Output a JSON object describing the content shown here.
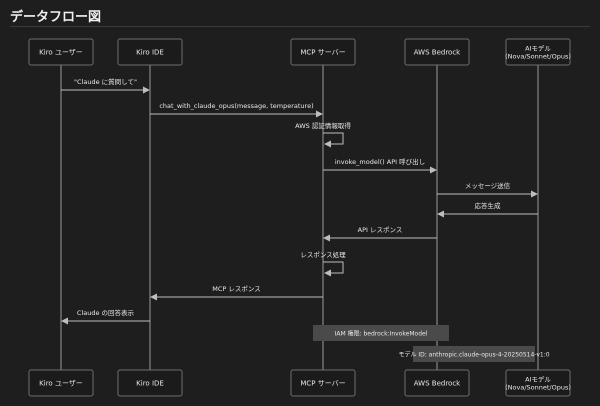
{
  "title": "データフロー図",
  "participants": [
    {
      "id": "user",
      "lines": [
        "Kiro ユーザー"
      ]
    },
    {
      "id": "ide",
      "lines": [
        "Kiro IDE"
      ]
    },
    {
      "id": "mcp",
      "lines": [
        "MCP サーバー"
      ]
    },
    {
      "id": "bedrock",
      "lines": [
        "AWS Bedrock"
      ]
    },
    {
      "id": "model",
      "lines": [
        "AIモデル",
        "(Nova/Sonnet/Opus)"
      ]
    }
  ],
  "messages": [
    {
      "from": "user",
      "to": "ide",
      "label": "\"Claude に質問して\""
    },
    {
      "from": "ide",
      "to": "mcp",
      "label": "chat_with_claude_opus(message, temperature)"
    },
    {
      "from": "mcp",
      "to": "mcp",
      "label": "AWS 認証情報取得"
    },
    {
      "from": "mcp",
      "to": "bedrock",
      "label": "invoke_model() API 呼び出し"
    },
    {
      "from": "bedrock",
      "to": "model",
      "label": "メッセージ送信"
    },
    {
      "from": "model",
      "to": "bedrock",
      "label": "応答生成"
    },
    {
      "from": "bedrock",
      "to": "mcp",
      "label": "API レスポンス"
    },
    {
      "from": "mcp",
      "to": "mcp",
      "label": "レスポンス処理"
    },
    {
      "from": "mcp",
      "to": "ide",
      "label": "MCP レスポンス"
    },
    {
      "from": "ide",
      "to": "user",
      "label": "Claude の回答表示"
    }
  ],
  "notes": [
    {
      "over": "mcp",
      "label": "IAM 権限: bedrock:InvokeModel"
    },
    {
      "over": "bedrock",
      "label": "モデル ID: anthropic.claude-opus-4-20250514-v1:0"
    }
  ],
  "colors": {
    "background": "#1e1e1e",
    "box_fill": "#1b1b1b",
    "box_stroke": "#6e6e6e",
    "line": "#9a9a9a",
    "text": "#e8e8e8",
    "note_fill": "#4a4a4a"
  }
}
